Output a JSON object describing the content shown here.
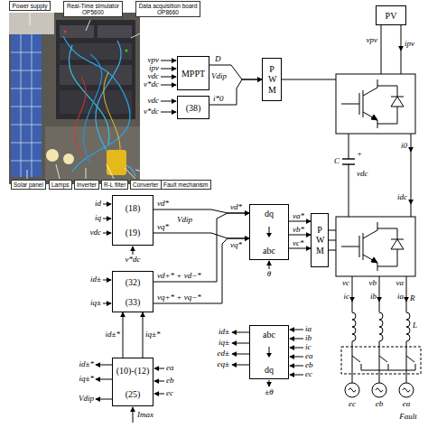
{
  "diagram": {
    "nodes": [
      {
        "text": [
          "Power supply"
        ]
      },
      {
        "text": [
          "Real-Time simulator OP5600"
        ]
      },
      {
        "text": [
          "Data acquisition board OP8660"
        ]
      },
      {
        "text": [
          "Solar panel"
        ]
      },
      {
        "text": [
          "Lamps"
        ]
      },
      {
        "text": [
          "Inverter"
        ]
      },
      {
        "text": [
          "R-L filter"
        ]
      },
      {
        "text": [
          "Converter"
        ]
      },
      {
        "text": [
          "Fault mechanism"
        ]
      },
      {
        "text": [
          "PV"
        ]
      },
      {
        "text": [
          "MPPT"
        ]
      },
      {
        "text": [
          "(38)"
        ]
      },
      {
        "text": [
          "PWM"
        ]
      },
      {
        "text": [
          "(18)",
          "(19)"
        ]
      },
      {
        "text": [
          "dq",
          "abc"
        ]
      },
      {
        "text": [
          "PWM"
        ]
      },
      {
        "text": [
          "(32)",
          "(33)"
        ]
      },
      {
        "text": [
          "abc",
          "dq"
        ]
      },
      {
        "text": [
          "(10)-(12)",
          "(25)"
        ]
      }
    ],
    "edges": [
      {
        "from": 10,
        "to": 12,
        "arrow": "to",
        "label": "D"
      },
      {
        "from": 11,
        "to": 12,
        "arrow": "to",
        "label": "i*0"
      },
      {
        "from": 13,
        "to": 14,
        "arrow": "to",
        "label": "vd*"
      },
      {
        "from": 13,
        "to": 14,
        "arrow": "to",
        "label": "vq*"
      },
      {
        "from": 16,
        "to": 14,
        "arrow": "to",
        "label": "vd+* + vd−*"
      },
      {
        "from": 16,
        "to": 14,
        "arrow": "to",
        "label": "vq+* + vq−*"
      },
      {
        "from": 14,
        "to": 15,
        "arrow": "to",
        "label": "va*"
      },
      {
        "from": 14,
        "to": 15,
        "arrow": "to",
        "label": "vb*"
      },
      {
        "from": 14,
        "to": 15,
        "arrow": "to",
        "label": "vc*"
      },
      {
        "from": 18,
        "to": 16,
        "arrow": "to",
        "label": "id±*"
      },
      {
        "from": 18,
        "to": 16,
        "arrow": "to",
        "label": "iq±*"
      }
    ],
    "labels": [
      "vpv",
      "ipv",
      "vdc",
      "v*dc",
      "vdc",
      "v*dc",
      "Vdip",
      "vpv",
      "ipv",
      "C",
      "+",
      "vdc",
      "i0",
      "idc",
      "id",
      "iq",
      "vdc",
      "Vdip",
      "vd*",
      "vq*",
      "θ",
      "v*dc",
      "id±",
      "iq±",
      "id±*",
      "iq±*",
      "Vdip",
      "ea",
      "eb",
      "ec",
      "Imax",
      "id±",
      "iq±",
      "ed±",
      "eq±",
      "ia",
      "ib",
      "ic",
      "ea",
      "eb",
      "ec",
      "±θ",
      "vc",
      "vb",
      "va",
      "ic",
      "ib",
      "ia",
      "R",
      "L",
      "ec",
      "eb",
      "ea",
      "Fault"
    ]
  }
}
